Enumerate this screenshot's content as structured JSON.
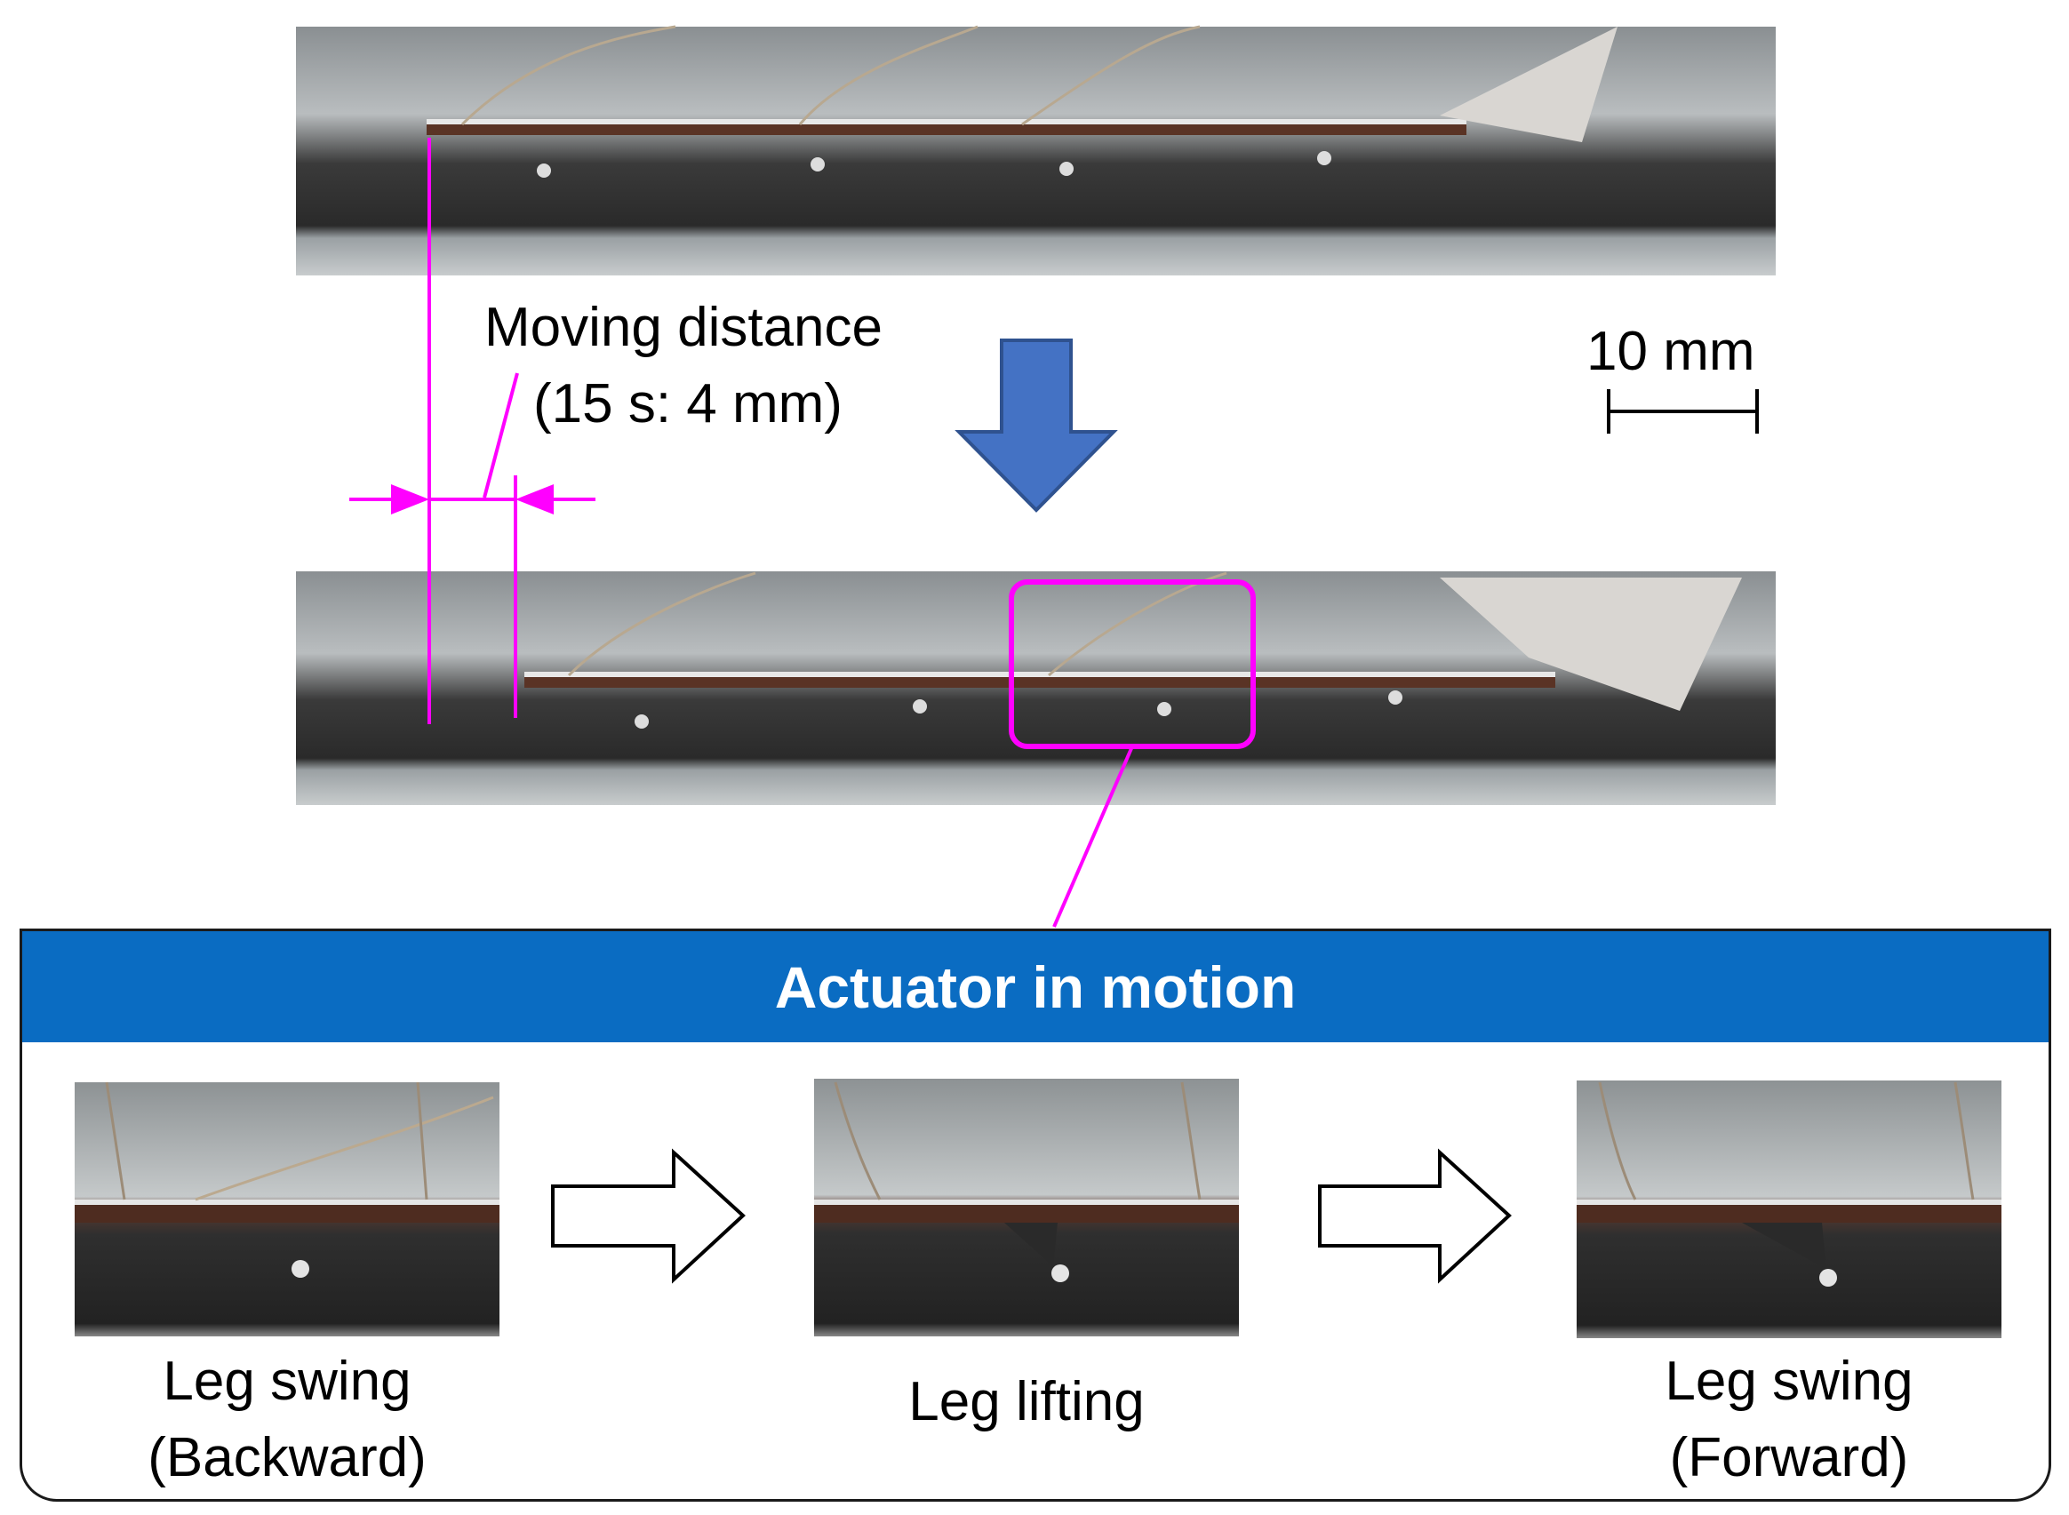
{
  "annotations": {
    "moving_distance_line1": "Moving distance",
    "moving_distance_line2": "(15 s: 4 mm)",
    "scale_bar": "10 mm"
  },
  "panel": {
    "title": "Actuator in motion",
    "steps": [
      {
        "line1": "Leg swing",
        "line2": "(Backward)"
      },
      {
        "line1": "Leg lifting",
        "line2": ""
      },
      {
        "line1": "Leg swing",
        "line2": "(Forward)"
      }
    ]
  },
  "colors": {
    "magenta": "#ff00ff",
    "arrow_blue": "#4472c4",
    "header_blue": "#0a6cc2"
  }
}
